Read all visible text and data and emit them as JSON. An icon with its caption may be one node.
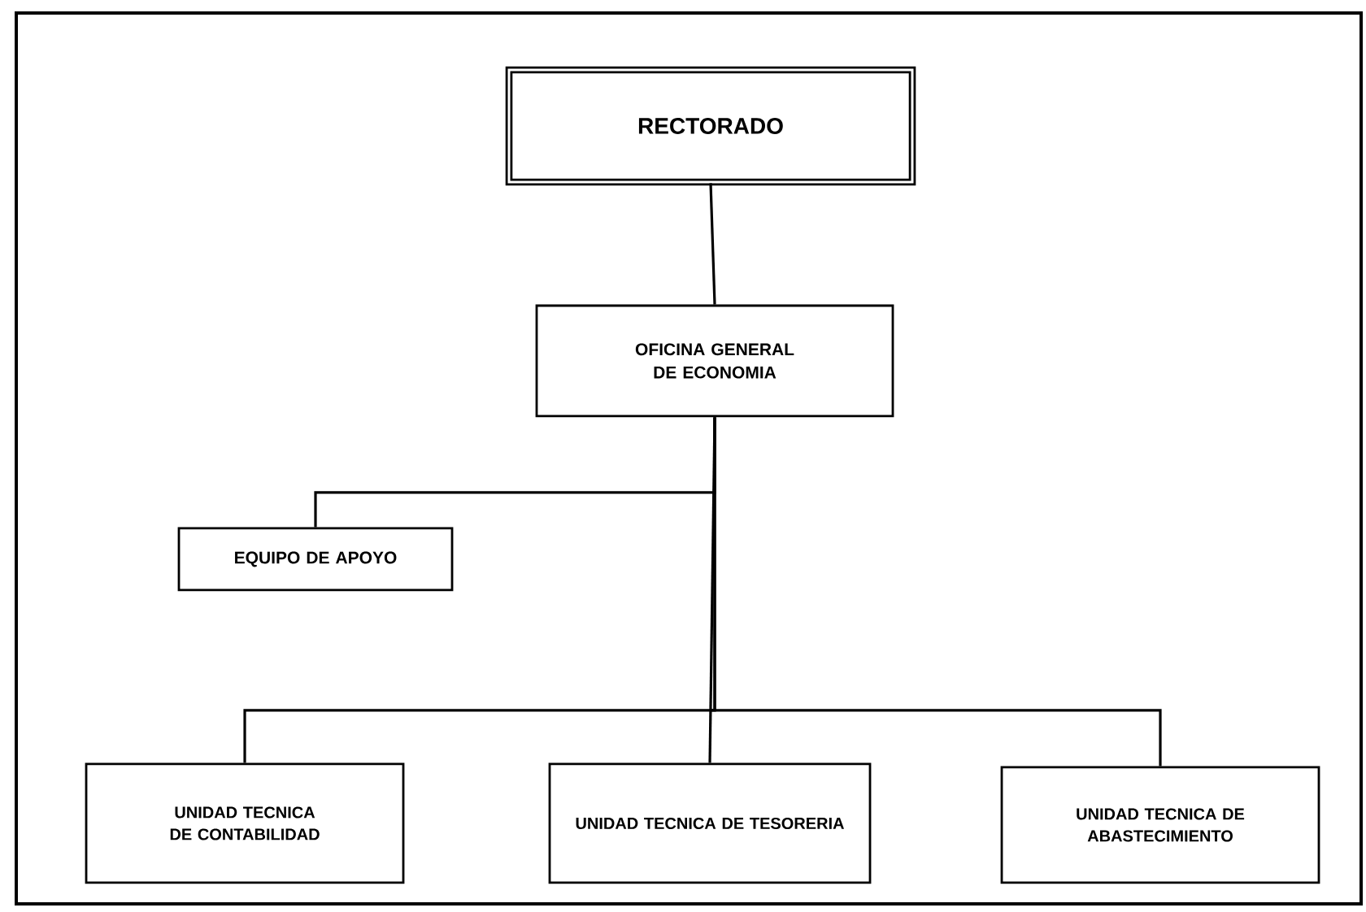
{
  "diagram": {
    "nodes": [
      {
        "text": [
          "RECTORADO"
        ]
      },
      {
        "text": [
          "OFICINA GENERAL DE ECONOMIA"
        ]
      },
      {
        "text": [
          "EQUIPO DE APOYO"
        ]
      },
      {
        "text": [
          "UNIDAD TECNICA DE CONTABILIDAD"
        ]
      },
      {
        "text": [
          "UNIDAD TECNICA DE TESORERIA"
        ]
      },
      {
        "text": [
          "UNIDAD TECNICA DE ABASTECIMIENTO"
        ]
      }
    ],
    "edges": [
      {
        "from": 0,
        "to": 1,
        "arrow": "none"
      },
      {
        "from": 1,
        "to": 2,
        "arrow": "none"
      },
      {
        "from": 1,
        "to": 3,
        "arrow": "none"
      },
      {
        "from": 1,
        "to": 4,
        "arrow": "none"
      },
      {
        "from": 1,
        "to": 5,
        "arrow": "none"
      }
    ]
  }
}
